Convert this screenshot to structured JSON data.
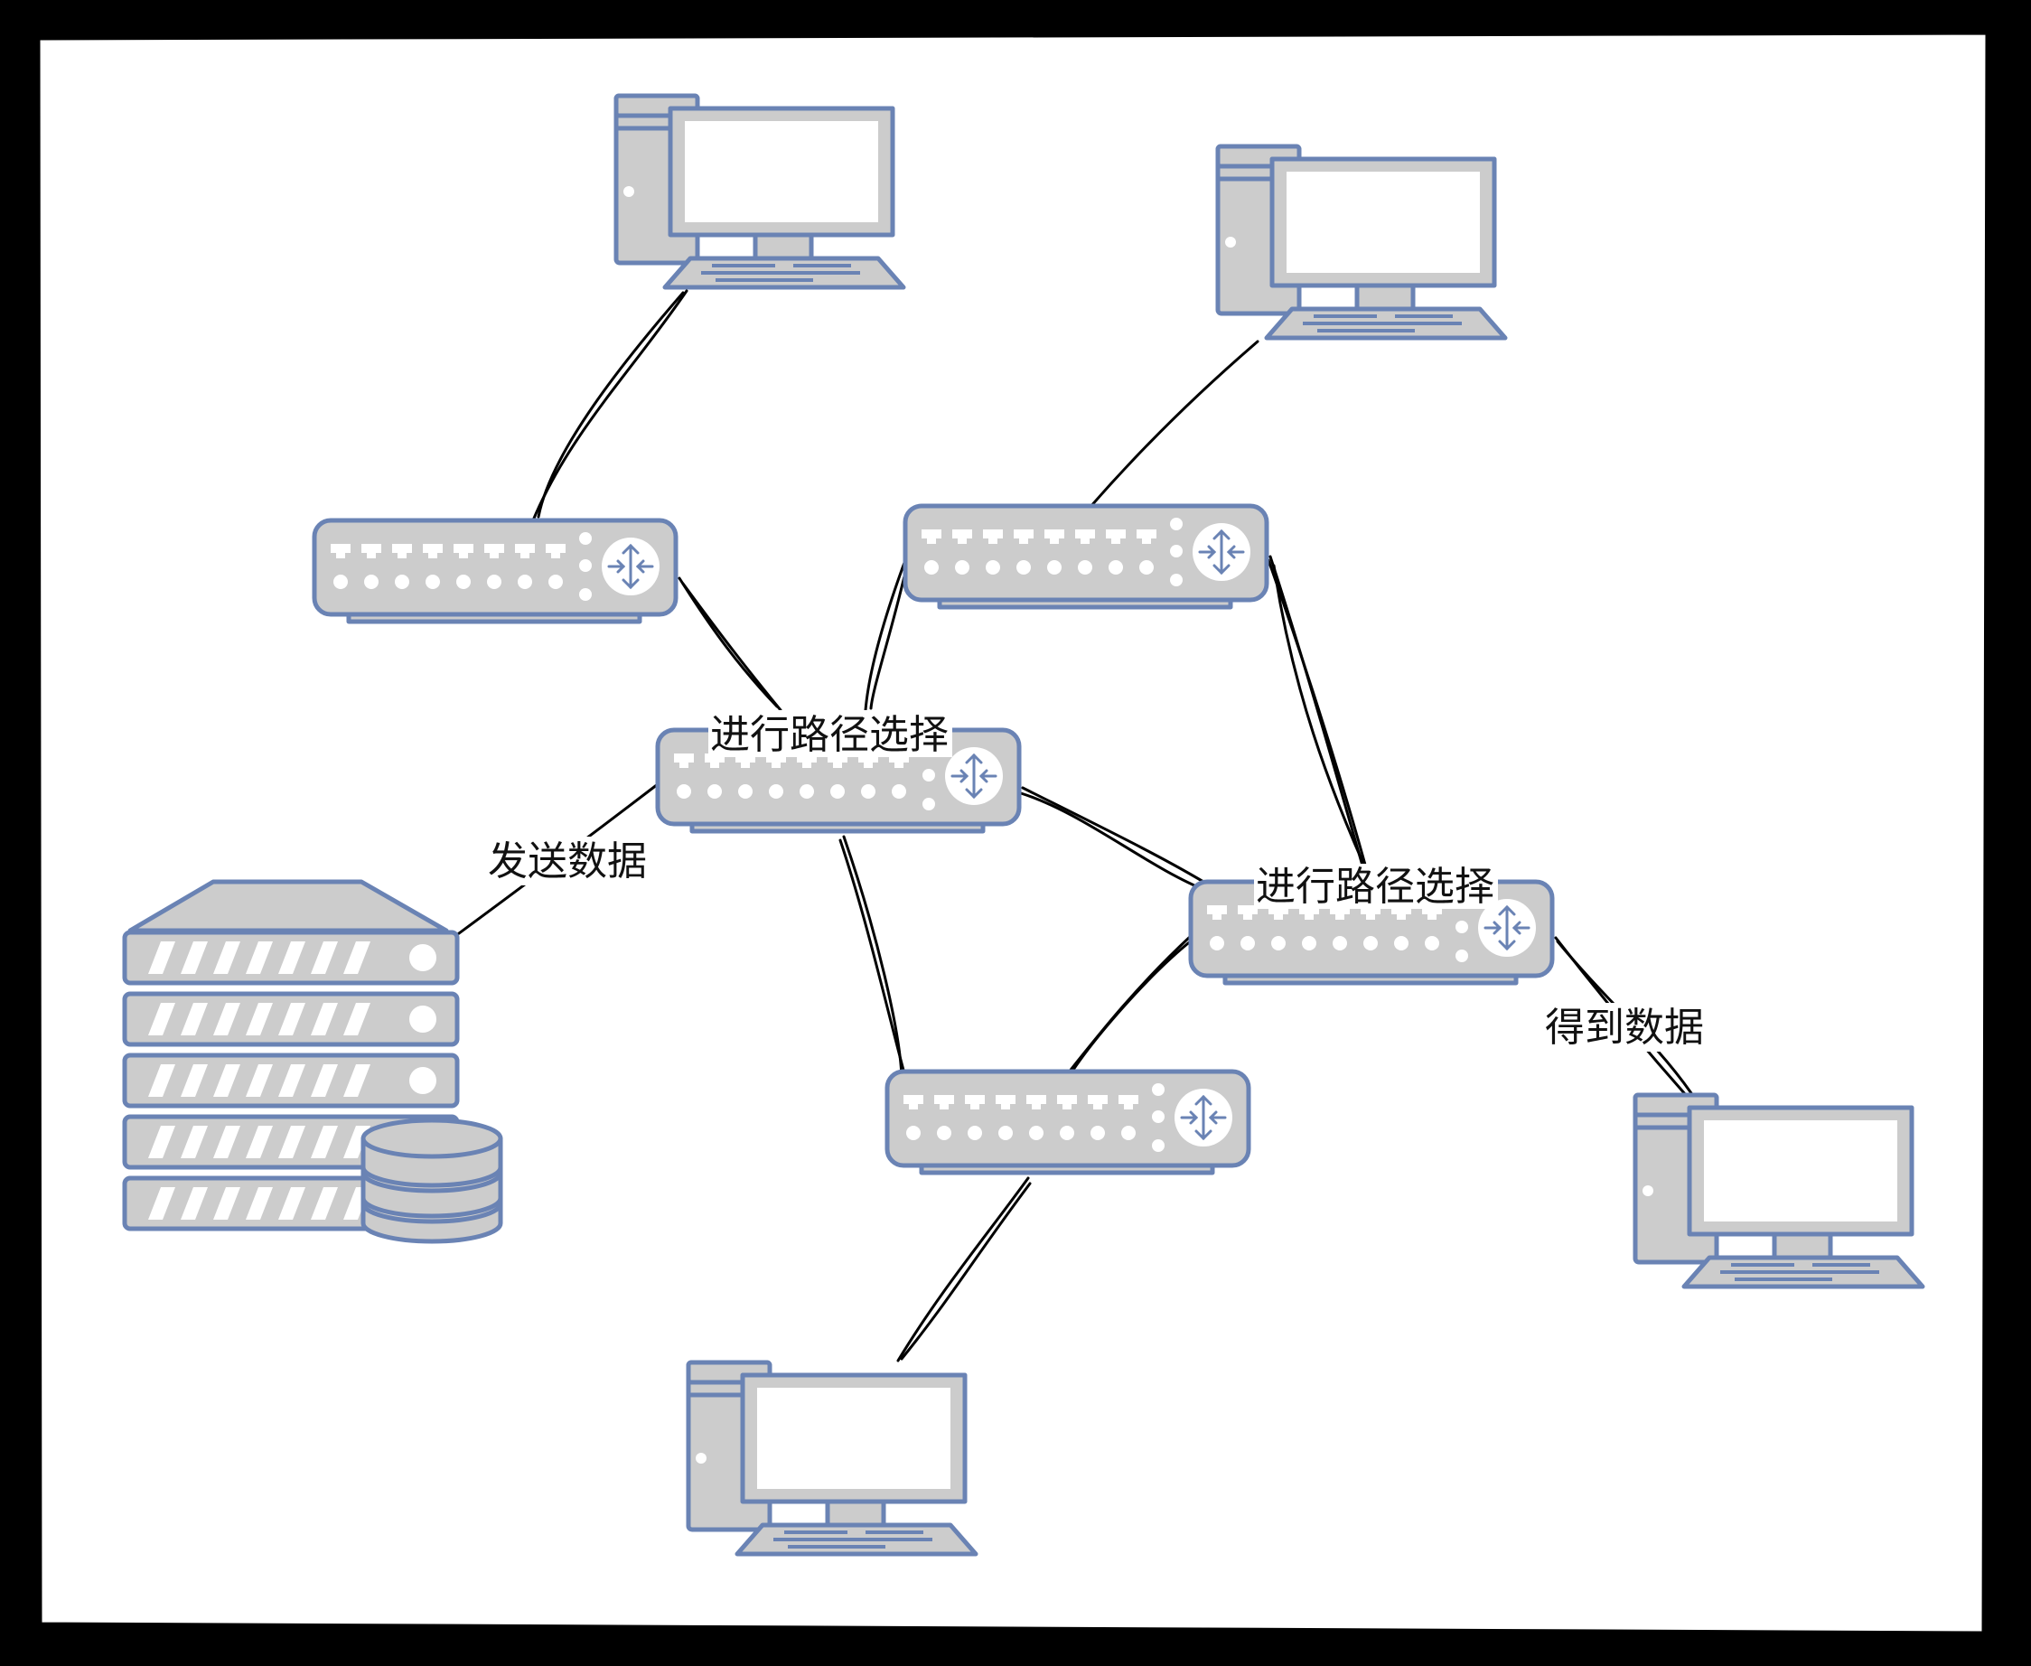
{
  "colors": {
    "device_fill": "#cccccc",
    "device_stroke": "#6a83b4",
    "screen_fill": "#ffffff",
    "port_fill": "#ffffff",
    "link_stroke": "#000000",
    "canvas_fill": "#ffffff",
    "frame_stroke": "#000000"
  },
  "nodes": [
    {
      "id": "pc-top-left",
      "kind": "computer",
      "icon": "desktop-computer-icon"
    },
    {
      "id": "pc-top-right",
      "kind": "computer",
      "icon": "desktop-computer-icon"
    },
    {
      "id": "pc-bottom",
      "kind": "computer",
      "icon": "desktop-computer-icon"
    },
    {
      "id": "pc-right",
      "kind": "computer",
      "icon": "desktop-computer-icon"
    },
    {
      "id": "router-left",
      "kind": "router",
      "icon": "router-icon"
    },
    {
      "id": "router-top-right",
      "kind": "router",
      "icon": "router-icon"
    },
    {
      "id": "router-center",
      "kind": "router",
      "icon": "router-icon"
    },
    {
      "id": "router-right",
      "kind": "router",
      "icon": "router-icon"
    },
    {
      "id": "router-bottom",
      "kind": "router",
      "icon": "router-icon"
    },
    {
      "id": "server",
      "kind": "server",
      "icon": "database-server-icon"
    }
  ],
  "edges": [
    {
      "from": "pc-top-left",
      "to": "router-left"
    },
    {
      "from": "pc-top-right",
      "to": "router-top-right"
    },
    {
      "from": "router-left",
      "to": "router-center"
    },
    {
      "from": "router-top-right",
      "to": "router-center"
    },
    {
      "from": "router-top-right",
      "to": "router-right"
    },
    {
      "from": "router-center",
      "to": "router-right"
    },
    {
      "from": "router-center",
      "to": "router-bottom"
    },
    {
      "from": "router-right",
      "to": "router-bottom"
    },
    {
      "from": "router-bottom",
      "to": "pc-bottom"
    },
    {
      "from": "server",
      "to": "router-center"
    },
    {
      "from": "router-right",
      "to": "pc-right"
    }
  ],
  "labels": {
    "send": "发送数据",
    "route_center": "进行路径选择",
    "route_right": "进行路径选择",
    "receive": "得到数据"
  }
}
